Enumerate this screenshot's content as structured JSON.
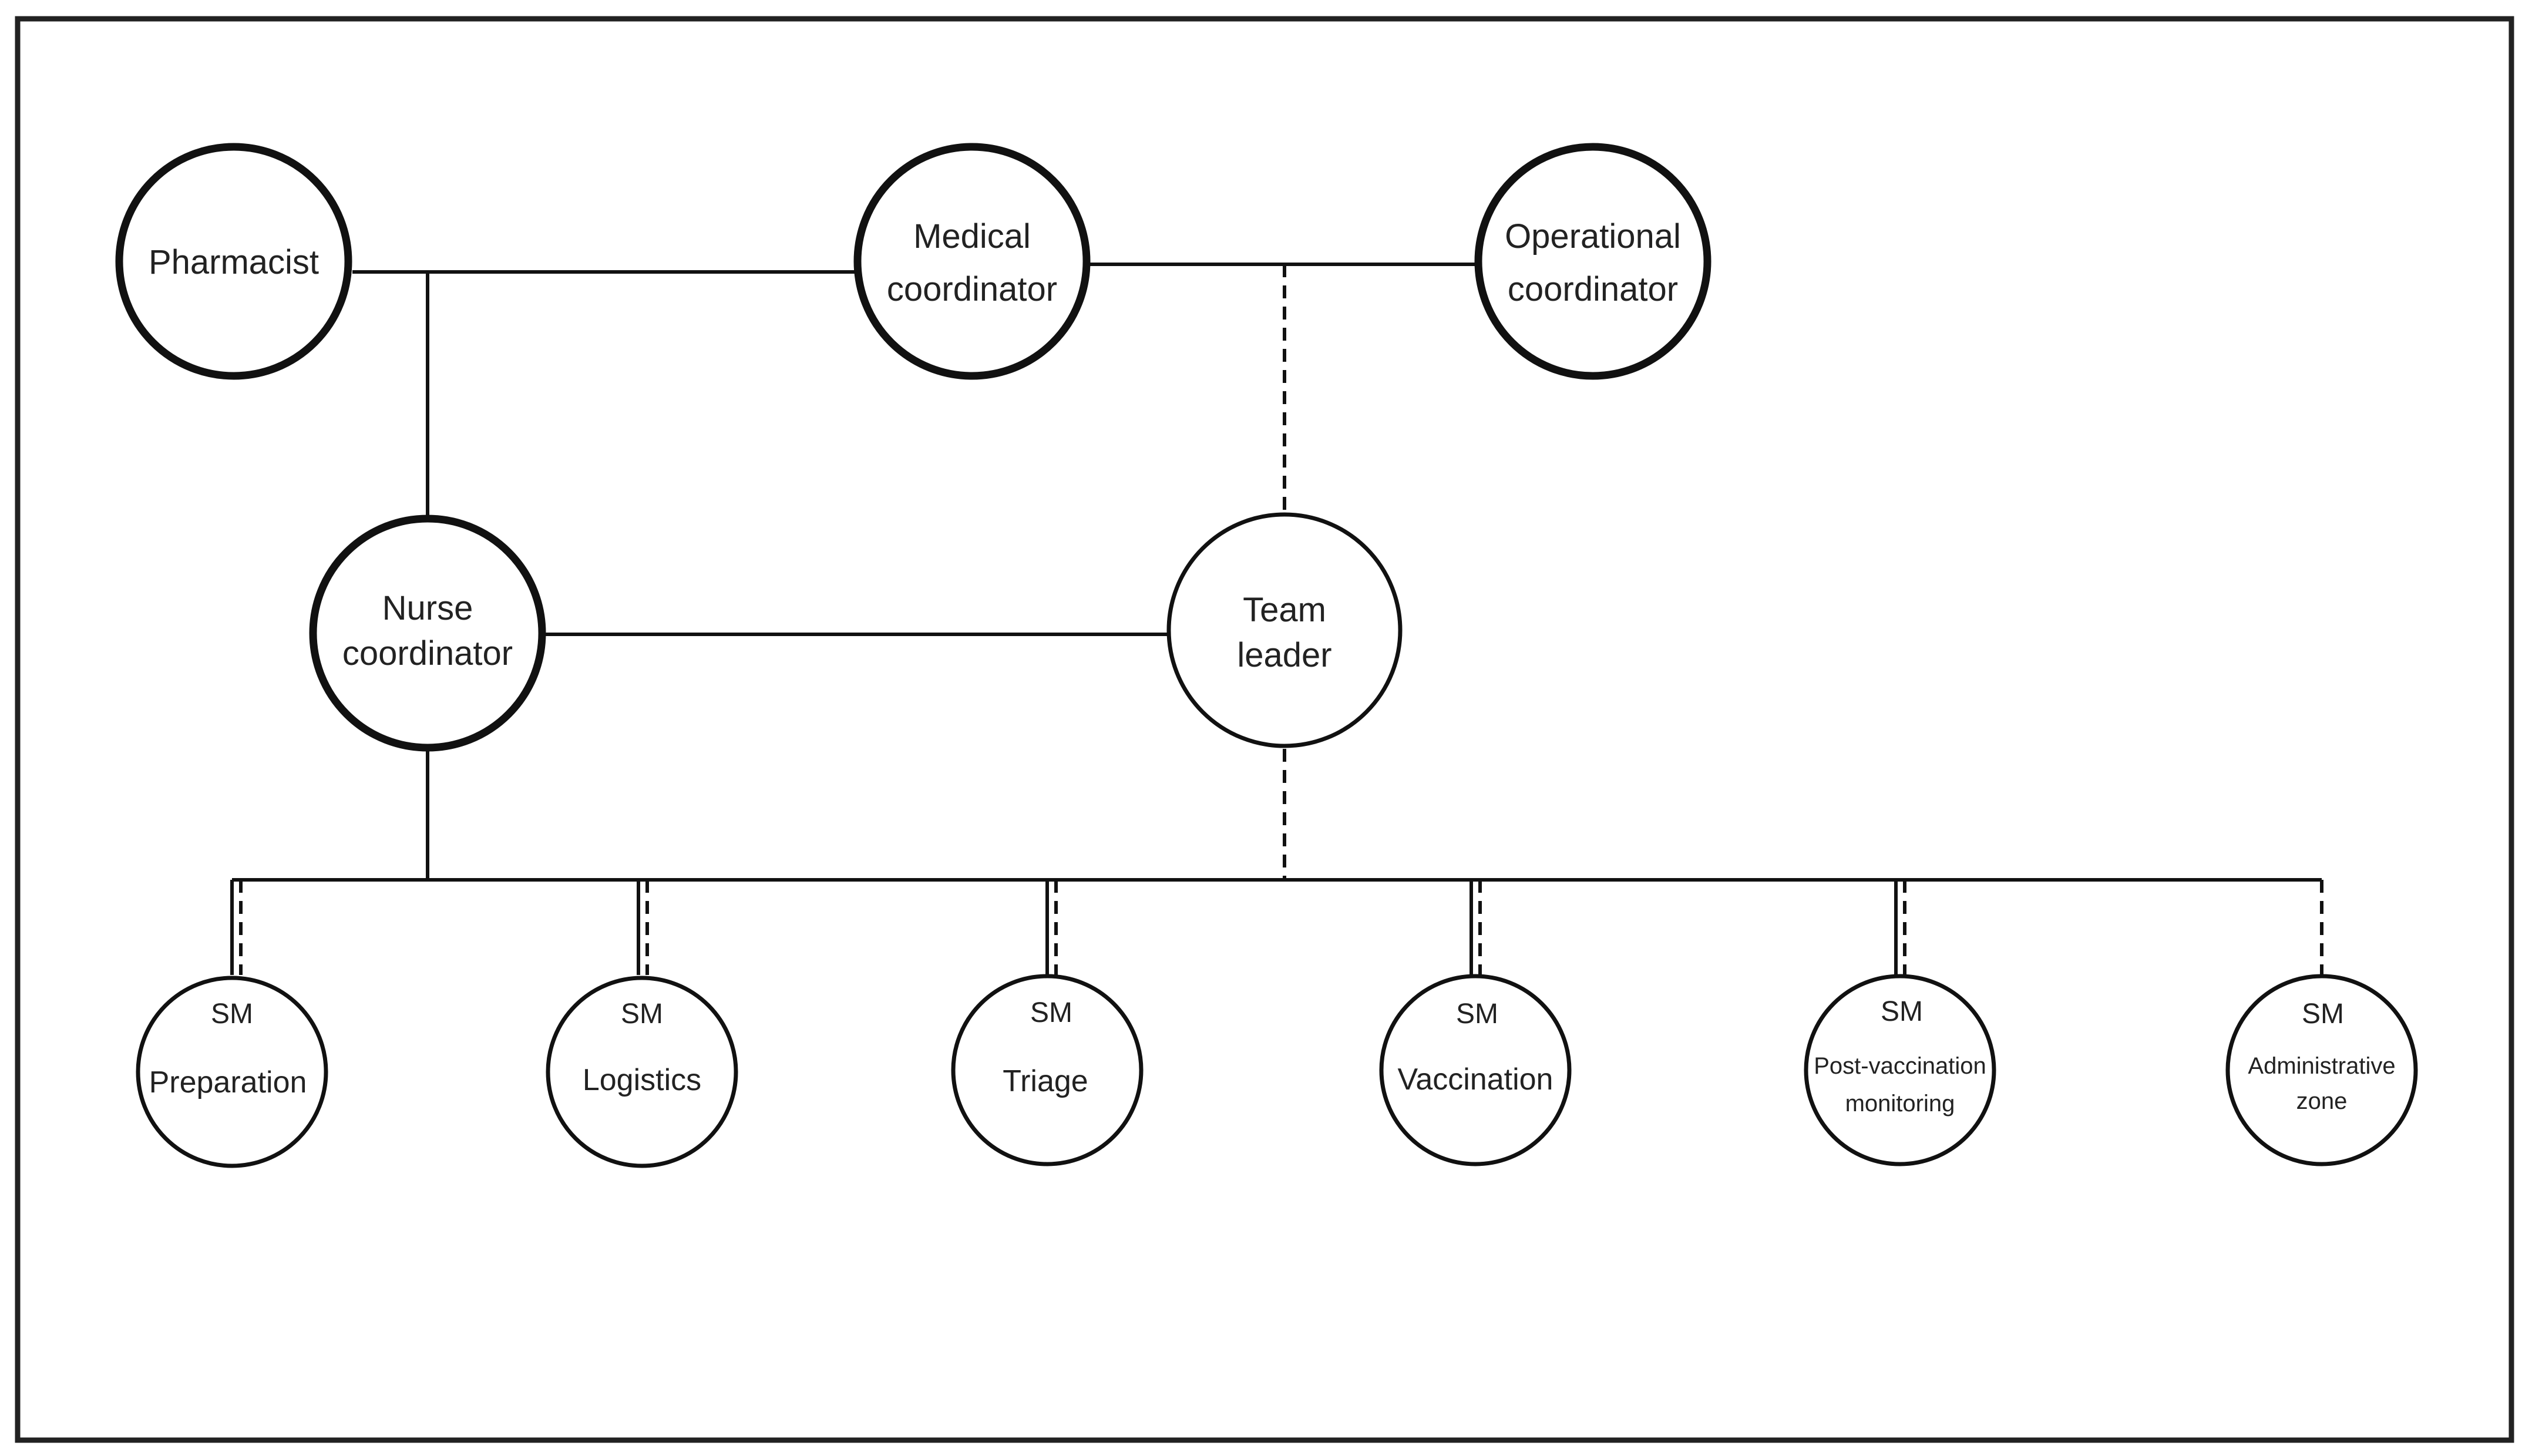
{
  "nodes": {
    "pharmacist": {
      "lines": [
        "Pharmacist"
      ]
    },
    "medical_coordinator": {
      "lines": [
        "Medical",
        "coordinator"
      ]
    },
    "operational_coordinator": {
      "lines": [
        "Operational",
        "coordinator"
      ]
    },
    "nurse_coordinator": {
      "lines": [
        "Nurse",
        "coordinator"
      ]
    },
    "team_leader": {
      "lines": [
        "Team",
        "leader"
      ]
    }
  },
  "sm_units": [
    {
      "prefix": "SM",
      "lines": [
        "Preparation"
      ]
    },
    {
      "prefix": "SM",
      "lines": [
        "Logistics"
      ]
    },
    {
      "prefix": "SM",
      "lines": [
        "Triage"
      ]
    },
    {
      "prefix": "SM",
      "lines": [
        "Vaccination"
      ]
    },
    {
      "prefix": "SM",
      "lines": [
        "Post-vaccination",
        "monitoring"
      ]
    },
    {
      "prefix": "SM",
      "lines": [
        "Administrative",
        "zone"
      ]
    }
  ]
}
